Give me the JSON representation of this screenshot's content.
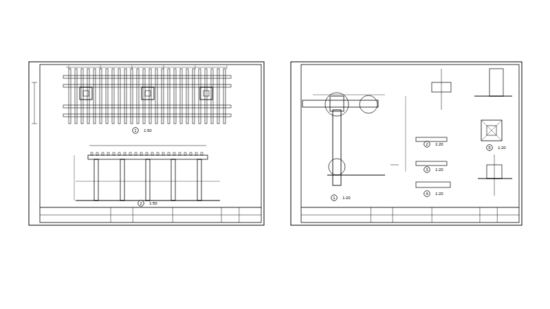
{
  "diagram": {
    "nodes": [
      {
        "text": [
          "1"
        ]
      },
      {
        "text": [
          "2"
        ]
      },
      {
        "text": [
          "1"
        ]
      },
      {
        "text": [
          "2"
        ]
      },
      {
        "text": [
          "3"
        ]
      },
      {
        "text": [
          "4"
        ]
      },
      {
        "text": [
          "5"
        ]
      }
    ],
    "labels": [
      "1:50",
      "1:50",
      "1:20",
      "1:20",
      "1:20",
      "1:20",
      "1:20"
    ]
  }
}
